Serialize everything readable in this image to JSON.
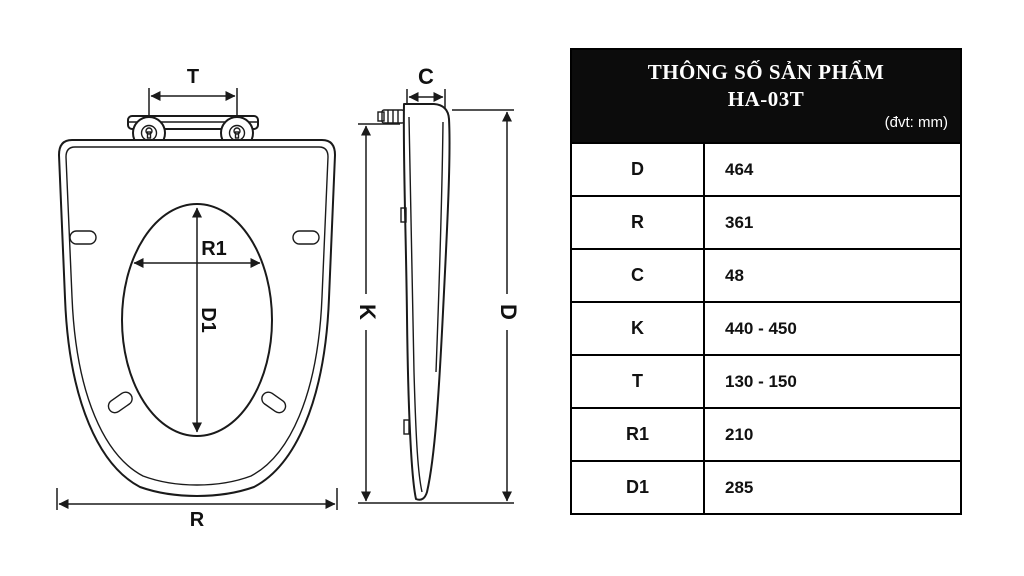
{
  "table": {
    "title_line1": "THÔNG SỐ SẢN PHẨM",
    "title_line2": "HA-03T",
    "unit_note": "(đvt: mm)",
    "rows": [
      {
        "label": "D",
        "value": "464"
      },
      {
        "label": "R",
        "value": "361"
      },
      {
        "label": "C",
        "value": "48"
      },
      {
        "label": "K",
        "value": "440 - 450"
      },
      {
        "label": "T",
        "value": "130 - 150"
      },
      {
        "label": "R1",
        "value": "210"
      },
      {
        "label": "D1",
        "value": "285"
      }
    ]
  },
  "diagram": {
    "top_view": {
      "label_t": "T",
      "label_r1": "R1",
      "label_d1": "D1",
      "label_r": "R"
    },
    "side_view": {
      "label_c": "C",
      "label_k": "K",
      "label_d": "D"
    }
  },
  "colors": {
    "header_bg": "#0c0c0c",
    "header_text": "#ffffff",
    "line": "#1a1a1a"
  }
}
